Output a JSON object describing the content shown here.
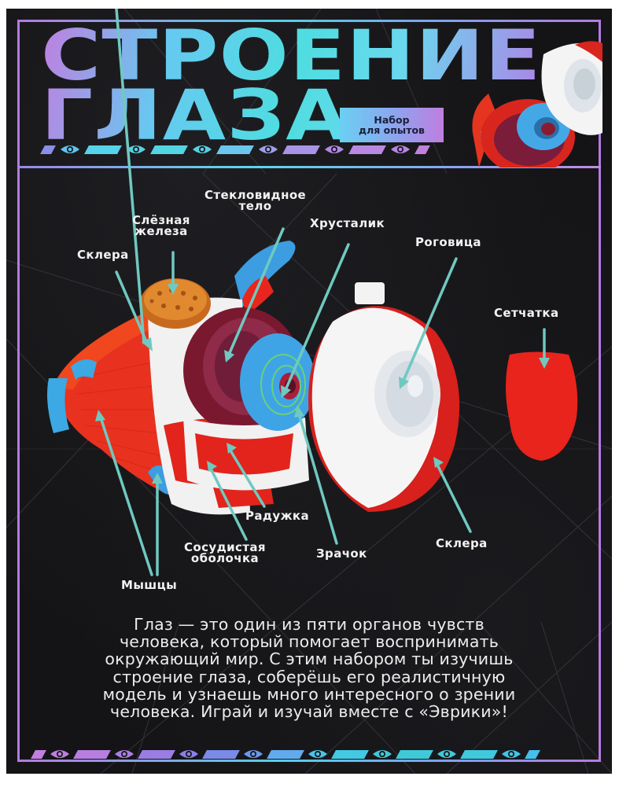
{
  "product": {
    "title_line1": "СТРОЕНИЕ",
    "title_line2": "ГЛАЗА",
    "badge_line1": "Набор",
    "badge_line2": "для опытов"
  },
  "labels": {
    "vitreous_line1": "Стекловидное",
    "vitreous_line2": "тело",
    "lacrimal_line1": "Слёзная",
    "lacrimal_line2": "железа",
    "lens": "Хрусталик",
    "sclera_left": "Склера",
    "cornea": "Роговица",
    "retina": "Сетчатка",
    "iris": "Радужка",
    "choroid_line1": "Сосудистая",
    "choroid_line2": "оболочка",
    "pupil": "Зрачок",
    "sclera_right": "Склера",
    "muscles": "Мышцы"
  },
  "description": {
    "lines": [
      "Глаз — это один из пяти органов чувств",
      "человека, который помогает воспринимать",
      "окружающий мир. С этим набором ты изучишь",
      "строение глаза, соберёшь его реалистичную",
      "модель и узнаешь много интересного о зрении",
      "человека. Играй и изучай вместе с «Эврики»!"
    ]
  },
  "icons": {
    "decor_strip": "eye-icon",
    "pointer": "arrow-icon"
  },
  "colors": {
    "background": "#141416",
    "accent_cyan": "#55cfe6",
    "accent_violet": "#b47be0",
    "pointer": "#6fc9c0",
    "model_red": "#e8261e",
    "model_blue": "#3fa4e6",
    "model_white": "#f4f4f4"
  }
}
